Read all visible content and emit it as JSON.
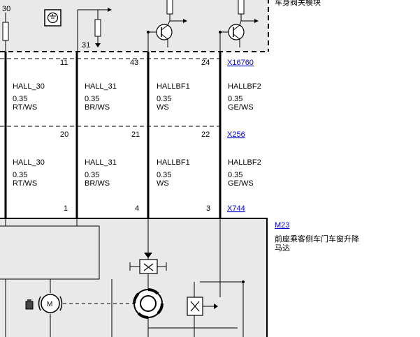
{
  "top_module": {
    "label_30": "30",
    "label_31": "31",
    "caption": "车身阀关模块"
  },
  "connector_top": {
    "id": "X16760",
    "pins": [
      "11",
      "43",
      "24"
    ]
  },
  "connector_mid": {
    "id": "X256",
    "pins": [
      "20",
      "21",
      "22"
    ]
  },
  "connector_bottom": {
    "id": "X744",
    "pins": [
      "1",
      "4",
      "3"
    ]
  },
  "wires_upper": [
    {
      "name": "HALL_30",
      "gauge": "0.35",
      "color": "RT/WS"
    },
    {
      "name": "HALL_31",
      "gauge": "0.35",
      "color": "BR/WS"
    },
    {
      "name": "HALLBF1",
      "gauge": "0.35",
      "color": "WS"
    },
    {
      "name": "HALLBF2",
      "gauge": "0.35",
      "color": "GE/WS"
    }
  ],
  "wires_lower": [
    {
      "name": "HALL_30",
      "gauge": "0.35",
      "color": "RT/WS"
    },
    {
      "name": "HALL_31",
      "gauge": "0.35",
      "color": "BR/WS"
    },
    {
      "name": "HALLBF1",
      "gauge": "0.35",
      "color": "WS"
    },
    {
      "name": "HALLBF2",
      "gauge": "0.35",
      "color": "GE/WS"
    }
  ],
  "motor_component": {
    "id": "M23",
    "caption_line1": "前座乘客侧车门车窗升降",
    "caption_line2": "马达"
  },
  "colors": {
    "link": "#0000cc",
    "wire": "#000000"
  }
}
